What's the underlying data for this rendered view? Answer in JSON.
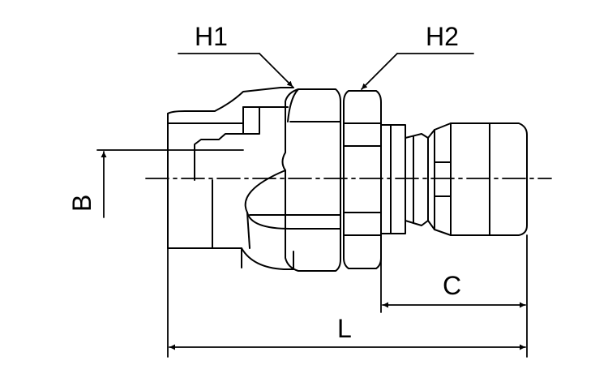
{
  "labels": {
    "h1": "H1",
    "h2": "H2",
    "b": "B",
    "c": "C",
    "l": "L"
  },
  "colors": {
    "stroke": "#000000",
    "background": "#ffffff"
  }
}
